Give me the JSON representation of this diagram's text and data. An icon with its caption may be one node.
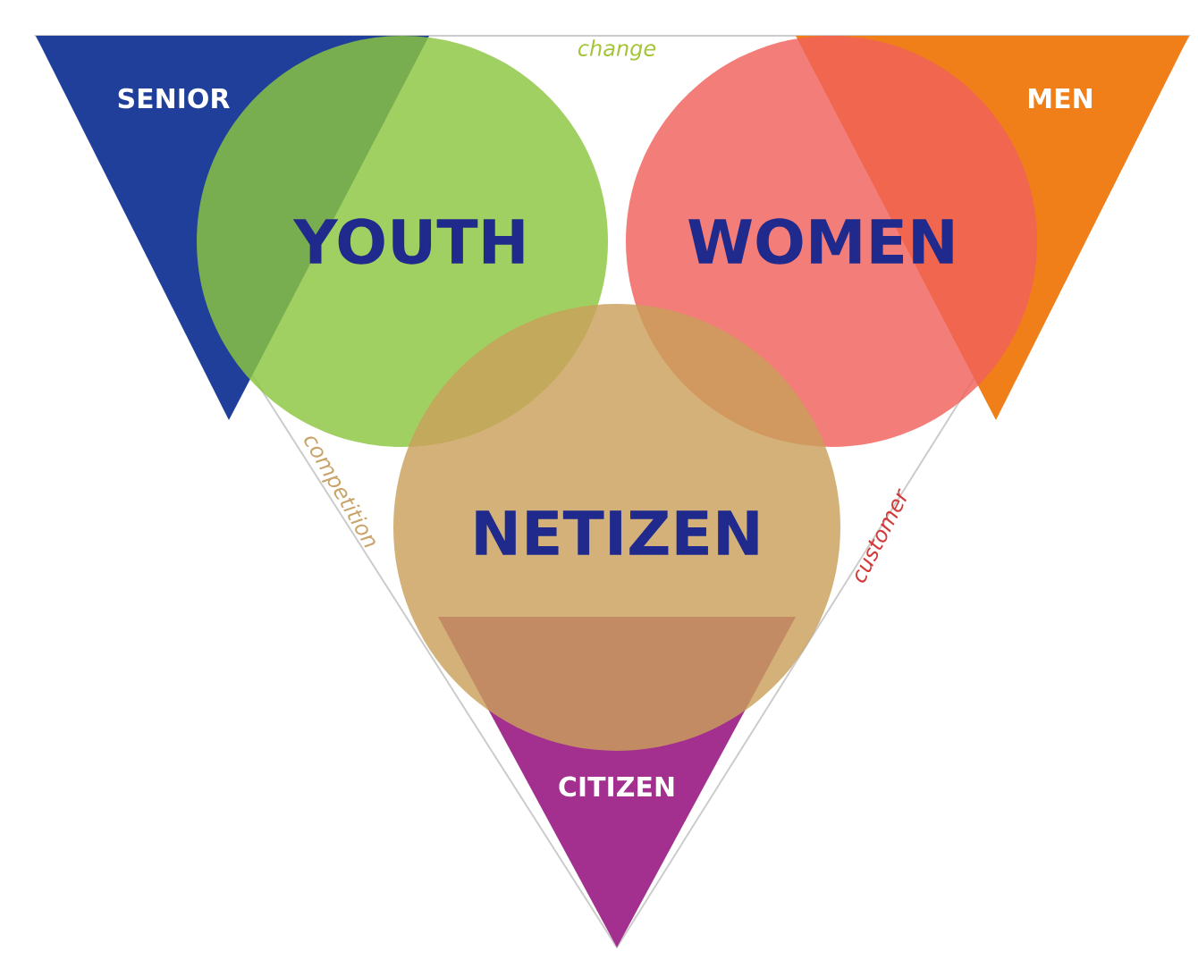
{
  "diagram": {
    "nodes": [
      {
        "text": [
          "SENIOR"
        ]
      },
      {
        "text": [
          "MEN"
        ]
      },
      {
        "text": [
          "YOUTH"
        ]
      },
      {
        "text": [
          "WOMEN"
        ]
      },
      {
        "text": [
          "NETIZEN"
        ]
      },
      {
        "text": [
          "CITIZEN"
        ]
      }
    ],
    "labels": [
      "change",
      "competition",
      "customer"
    ]
  }
}
